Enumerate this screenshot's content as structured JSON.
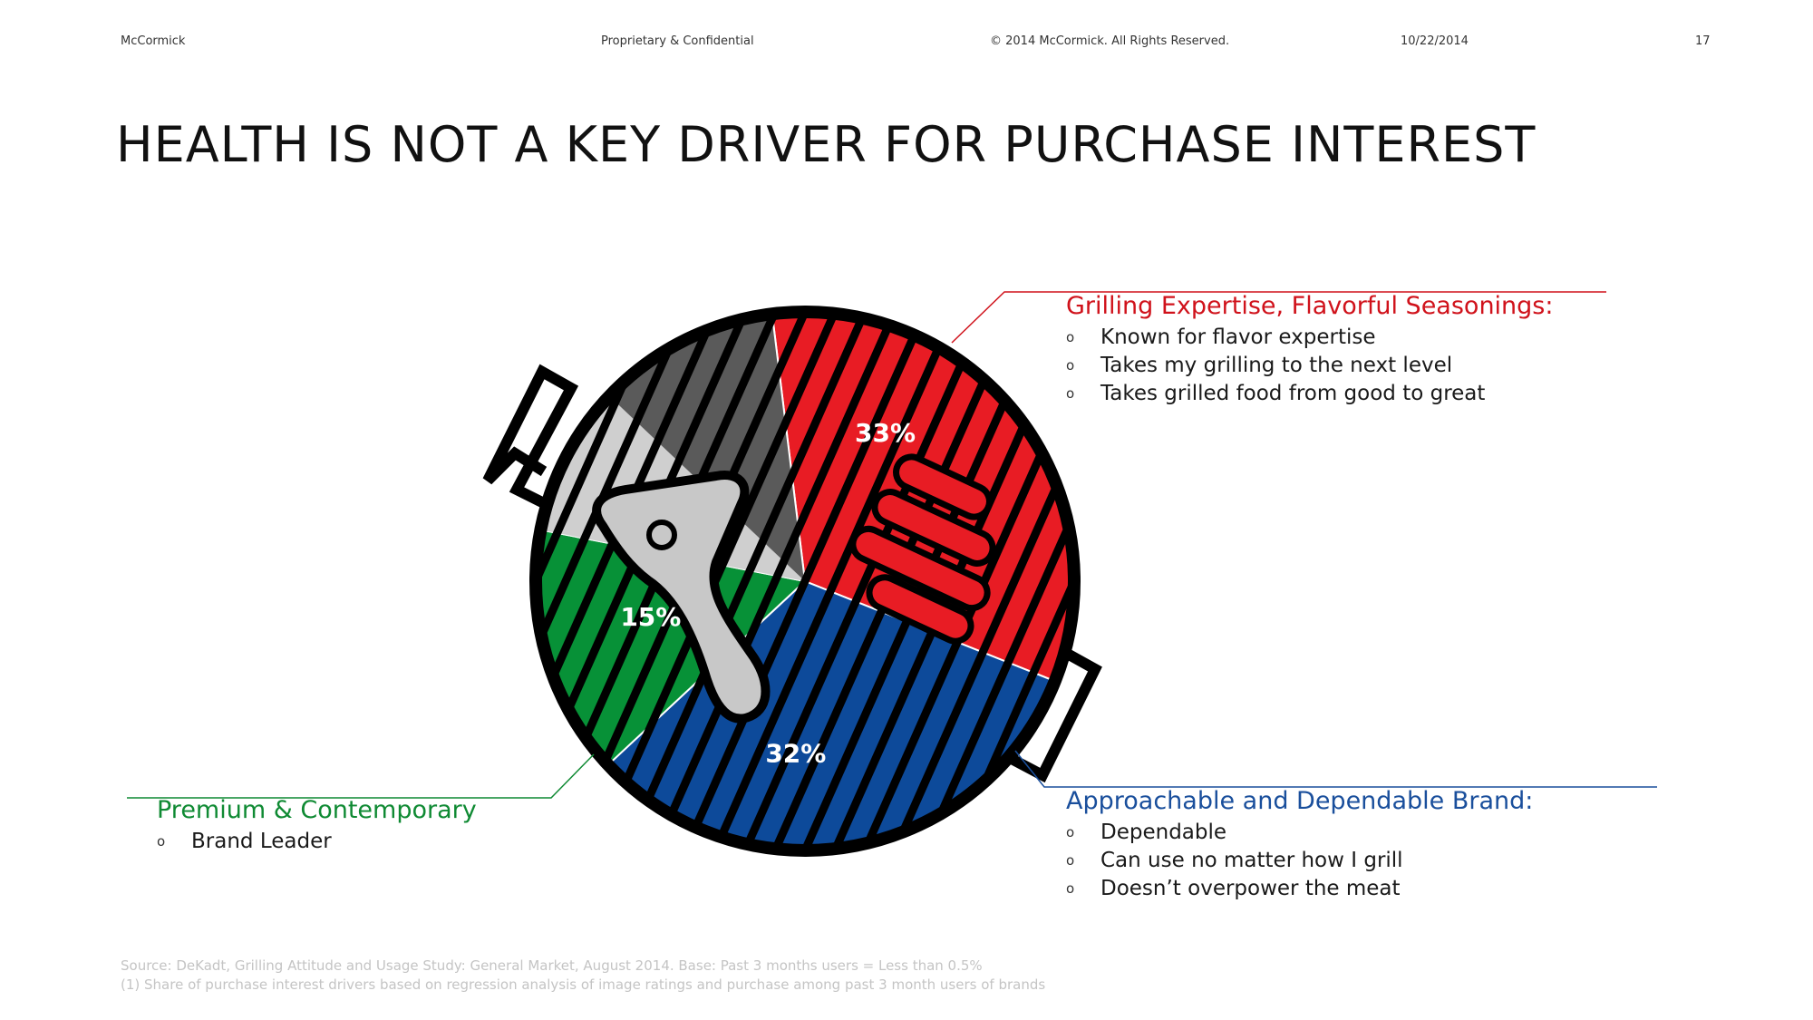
{
  "header": {
    "company": "McCormick",
    "confidential": "Proprietary & Confidential",
    "copyright": "© 2014 McCormick. All Rights Reserved.",
    "date": "10/22/2014",
    "page_number": "17"
  },
  "title": "HEALTH IS NOT A KEY DRIVER FOR PURCHASE INTEREST",
  "colors": {
    "red": "#e81c24",
    "blue": "#0d4a9a",
    "green": "#079137",
    "dark_gray": "#5a5a5a",
    "light_gray": "#cfcfcf",
    "outline": "#000000"
  },
  "chart_data": {
    "type": "pie",
    "title": "",
    "slices": [
      {
        "label": "Grilling Expertise, Flavorful Seasonings",
        "value": 33,
        "value_label": "33%",
        "color": "#e81c24"
      },
      {
        "label": "Approachable and Dependable Brand",
        "value": 32,
        "value_label": "32%",
        "color": "#0d4a9a"
      },
      {
        "label": "Premium & Contemporary",
        "value": 15,
        "value_label": "15%",
        "color": "#079137"
      },
      {
        "label": "",
        "value": 20,
        "value_label": "",
        "color": "#8f8f8f"
      }
    ]
  },
  "callouts": {
    "red": {
      "title": "Grilling Expertise, Flavorful Seasonings:",
      "items": [
        "Known for flavor expertise",
        "Takes my grilling to the next level",
        "Takes grilled food from good to great"
      ]
    },
    "blue": {
      "title": "Approachable and Dependable Brand:",
      "items": [
        "Dependable",
        "Can use no matter how I grill",
        "Doesn’t overpower the meat"
      ]
    },
    "green": {
      "title": "Premium & Contemporary",
      "items": [
        "Brand Leader"
      ]
    },
    "bullet_symbol": "o"
  },
  "footnotes": [
    "Source: DeKadt, Grilling Attitude and Usage Study: General Market, August 2014. Base: Past 3 months users = Less than 0.5%",
    "(1) Share of purchase interest drivers based on regression analysis of image ratings and purchase among past 3 month users of brands"
  ]
}
